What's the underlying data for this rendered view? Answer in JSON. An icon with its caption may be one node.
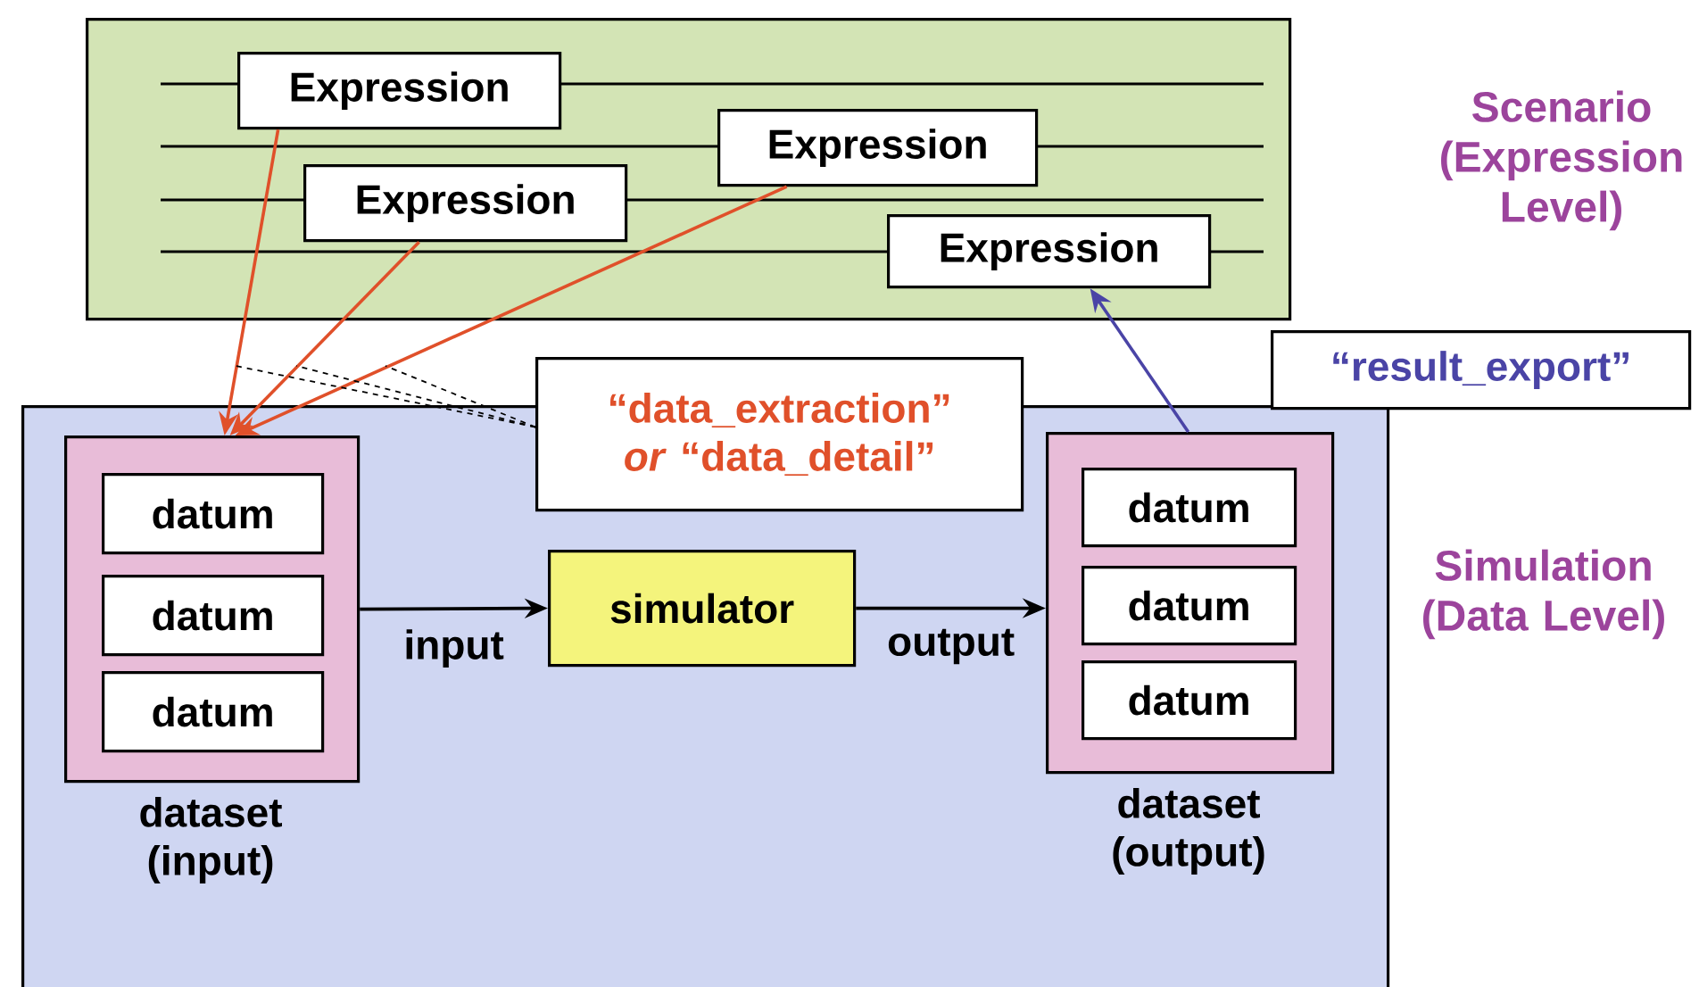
{
  "diagram": {
    "nodes": [
      {
        "text": [],
        "shape": "box",
        "beside": [
          "Scenario (Expression Level)"
        ]
      },
      {
        "text": [
          "Expression"
        ],
        "in": 0
      },
      {
        "text": [
          "Expression"
        ],
        "in": 0
      },
      {
        "text": [
          "Expression"
        ],
        "in": 0
      },
      {
        "text": [
          "Expression"
        ],
        "in": 0
      },
      {
        "text": [],
        "shape": "box",
        "beside": [
          "Simulation (Data Level)"
        ]
      },
      {
        "text": [
          "dataset (input)"
        ],
        "in": 5
      },
      {
        "text": [
          "datum"
        ],
        "in": 6
      },
      {
        "text": [
          "datum"
        ],
        "in": 6
      },
      {
        "text": [
          "datum"
        ],
        "in": 6
      },
      {
        "text": [
          "simulator"
        ],
        "in": 5
      },
      {
        "text": [
          "dataset (output)"
        ],
        "in": 5
      },
      {
        "text": [
          "datum"
        ],
        "in": 11
      },
      {
        "text": [
          "datum"
        ],
        "in": 11
      },
      {
        "text": [
          "datum"
        ],
        "in": 11
      },
      {
        "text": [
          "“data_extraction” *or* “data_detail”"
        ]
      },
      {
        "text": [
          "“result_export”"
        ]
      }
    ],
    "edges": [
      {
        "from": 1,
        "to": 6,
        "arrow": "to",
        "color": "#e0502a"
      },
      {
        "from": 3,
        "to": 6,
        "arrow": "to",
        "color": "#e0502a"
      },
      {
        "from": 2,
        "to": 6,
        "arrow": "to",
        "color": "#e0502a"
      },
      {
        "from": 6,
        "to": 10,
        "arrow": "to",
        "label": "input"
      },
      {
        "from": 10,
        "to": 11,
        "arrow": "to",
        "label": "output"
      },
      {
        "from": 11,
        "to": 4,
        "arrow": "to",
        "color": "#4a44a6"
      },
      {
        "from": 15,
        "to": null,
        "arrow": "none",
        "style": "dashed"
      },
      {
        "from": 15,
        "to": null,
        "arrow": "none",
        "style": "dashed"
      },
      {
        "from": 15,
        "to": null,
        "arrow": "none",
        "style": "dashed"
      }
    ]
  }
}
